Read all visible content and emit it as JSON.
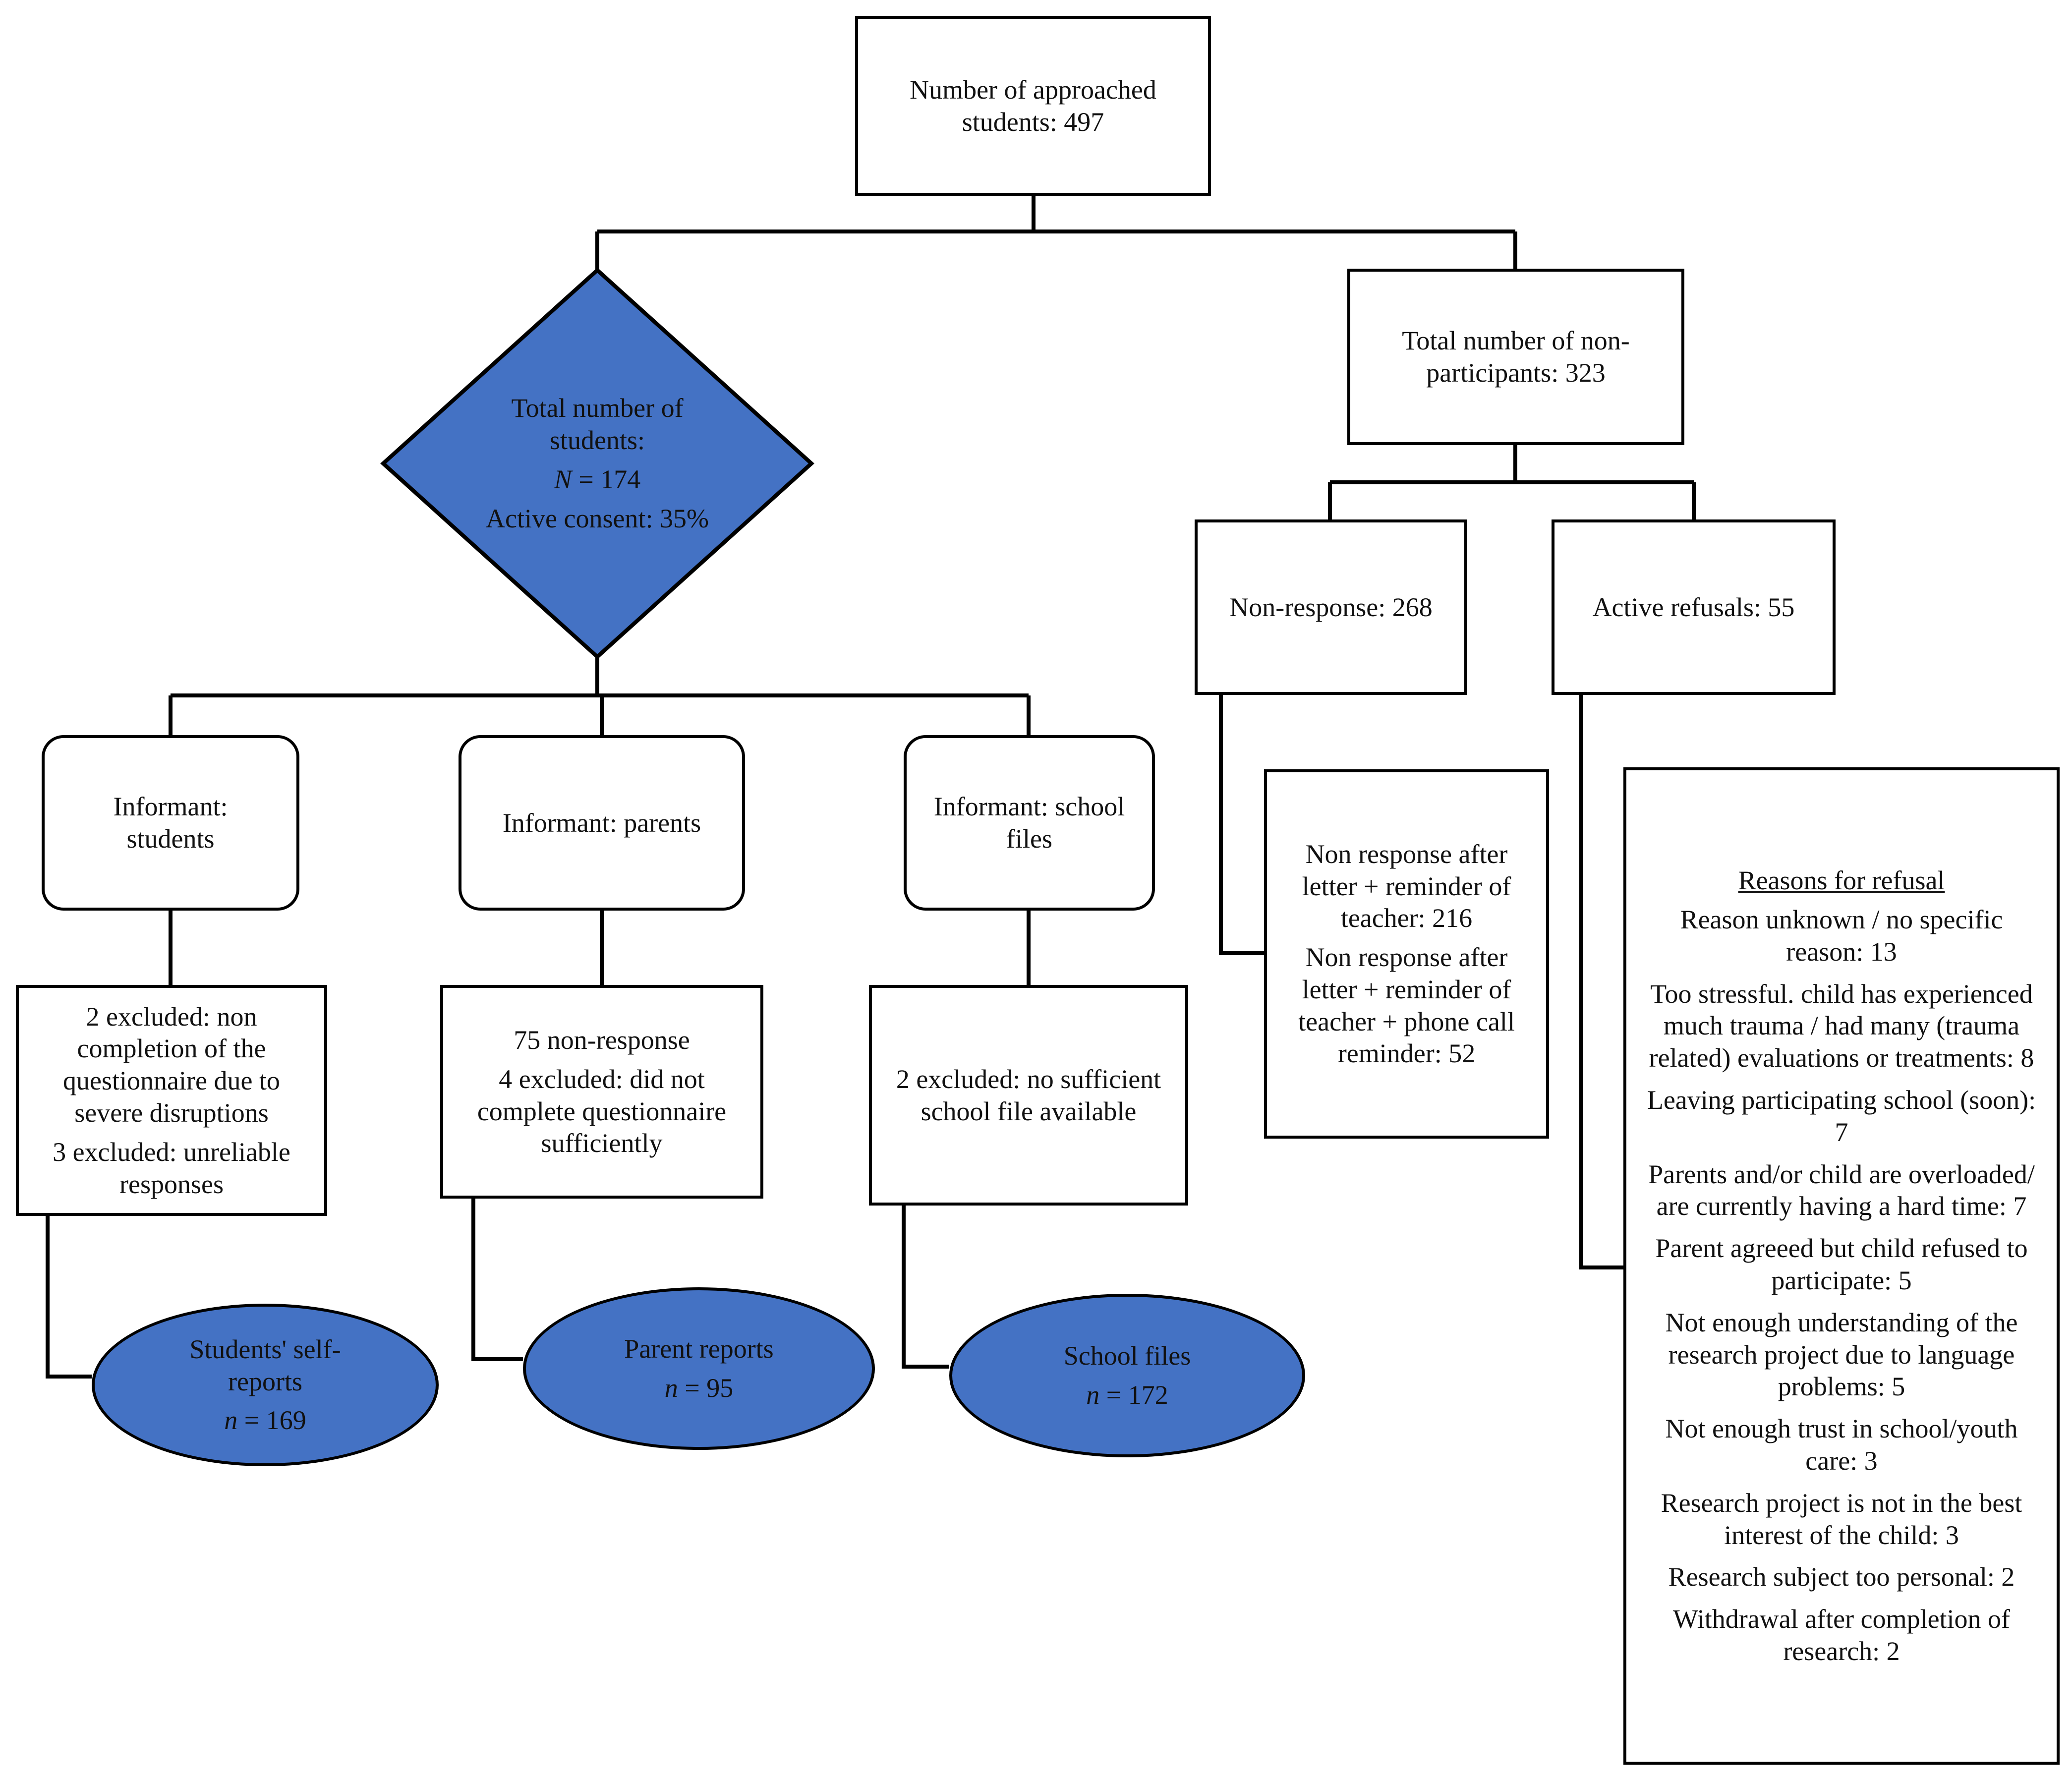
{
  "top": {
    "label": "Number of approached students: 497"
  },
  "diamond": {
    "line1": "Total number of students:",
    "n_symbol": "N",
    "n_value": " = 174",
    "line3": "Active consent: 35%"
  },
  "informants": [
    {
      "label": "Informant: students"
    },
    {
      "label": "Informant: parents"
    },
    {
      "label": "Informant: school files"
    }
  ],
  "exclusions": {
    "students": [
      "2 excluded: non completion of the questionnaire due to severe disruptions",
      "3 excluded: unreliable responses"
    ],
    "parents": [
      "75 non-response",
      "4 excluded: did not complete questionnaire sufficiently"
    ],
    "school": [
      "2 excluded: no sufficient school file available"
    ]
  },
  "outcomes": [
    {
      "label": "Students' self-reports",
      "n_symbol": "n",
      "n_value": " = 169"
    },
    {
      "label": "Parent reports",
      "n_symbol": "n",
      "n_value": " = 95"
    },
    {
      "label": "School files",
      "n_symbol": "n",
      "n_value": " = 172"
    }
  ],
  "nonparticipants": {
    "label": "Total number of non-participants: 323"
  },
  "nonresponse": {
    "label": "Non-response: 268"
  },
  "refusals": {
    "label": "Active refusals: 55"
  },
  "nonresponse_details": [
    "Non response after letter + reminder of teacher: 216",
    "Non response after letter + reminder of teacher + phone call reminder: 52"
  ],
  "reasons": {
    "title": "Reasons for refusal",
    "items": [
      "Reason unknown / no specific reason: 13",
      "Too stressful. child has experienced much trauma / had many (trauma related) evaluations or treatments: 8",
      "Leaving participating school (soon): 7",
      "Parents and/or child are overloaded/ are currently having a hard time: 7",
      "Parent agreeed but child refused to participate: 5",
      "Not enough understanding of the research project due to language problems: 5",
      "Not enough trust in school/youth care: 3",
      "Research project is not in the best interest of the child: 3",
      "Research subject too personal: 2",
      "Withdrawal after completion of research: 2"
    ]
  },
  "colors": {
    "fill": "#4472C4",
    "stroke": "#000000"
  }
}
